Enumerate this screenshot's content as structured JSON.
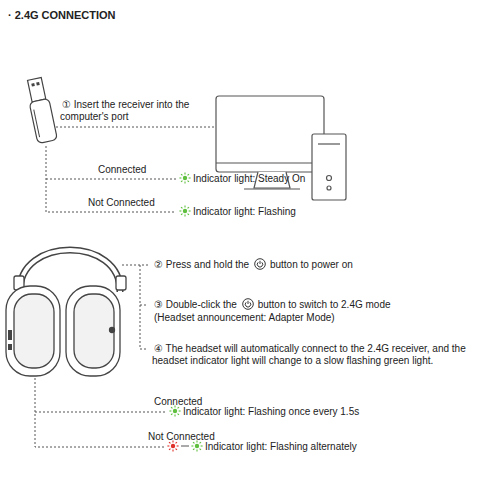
{
  "diagram": {
    "title": "· 2.4G CONNECTION",
    "labels": [
      "① Insert the receiver into the computer's port",
      "Connected",
      "Indicator light: Steady On",
      "Not Connected",
      "Indicator light: Flashing",
      "② Press and hold the",
      "button to power on",
      "③ Double-click the",
      "button to switch to 2.4G mode",
      "(Headset announcement: Adapter Mode)",
      "④ The headset will automatically connect to the 2.4G receiver, and the headset indicator light will change to a slow flashing green light.",
      "Connected",
      "Indicator light: Flashing once every 1.5s",
      "Not Connected",
      "Indicator light: Flashing alternately"
    ]
  }
}
